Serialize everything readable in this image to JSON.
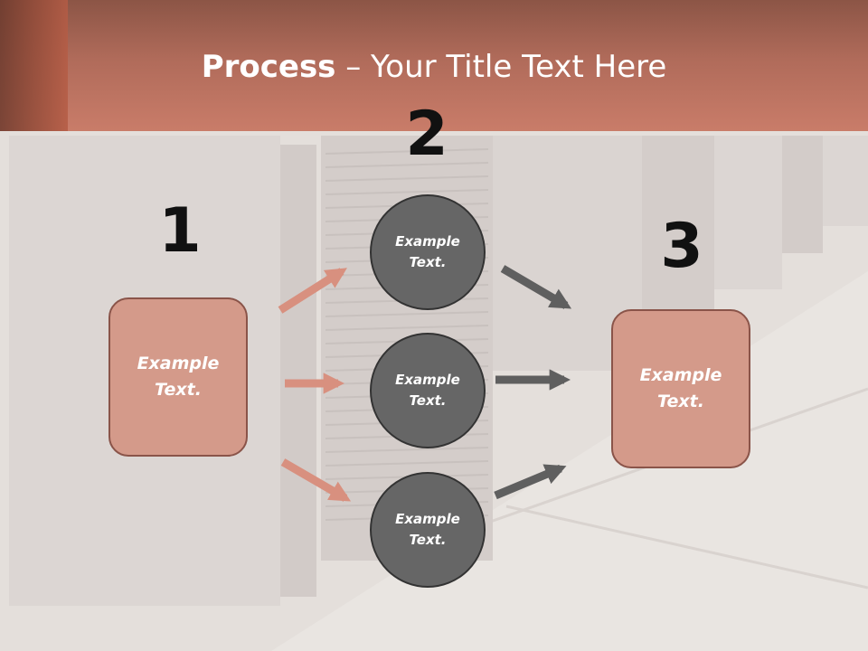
{
  "title": {
    "bold": "Process",
    "rest": " – Your Title Text Here"
  },
  "steps": [
    {
      "number": "1",
      "text": "Example Text."
    },
    {
      "number": "2",
      "circles": [
        "Example Text.",
        "Example Text.",
        "Example Text."
      ]
    },
    {
      "number": "3",
      "text": "Example Text."
    }
  ],
  "colors": {
    "header": "#c97c69",
    "box_fill": "#d49a8a",
    "box_border": "#8a5449",
    "circle_fill": "#666666",
    "arrow_salmon": "#d8907f",
    "arrow_gray": "#5f5f5f"
  }
}
